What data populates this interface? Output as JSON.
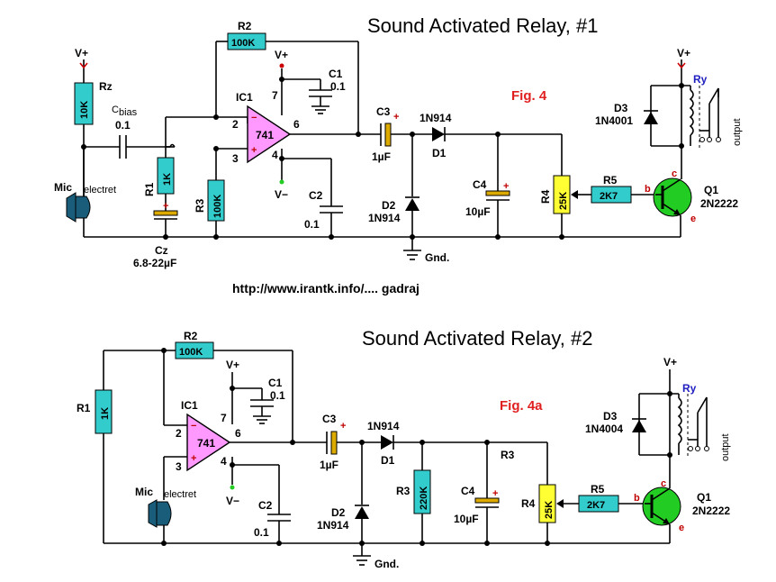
{
  "colors": {
    "resistor": "#33cccc",
    "pot": "#ffff33",
    "opamp": "#ff99ff",
    "transistor": "#22cc22",
    "cap_electrolytic": "#ddaa00",
    "label_red": "#e02020",
    "ry_blue": "#2020c0"
  },
  "url_text": "http://www.irantk.info/.... gadraj",
  "circuit1": {
    "title": "Sound Activated Relay, #1",
    "fig": "Fig. 4",
    "vplus": "V+",
    "vminus": "V−",
    "gnd": "Gnd.",
    "rz_label": "Rz",
    "rz_value": "10K",
    "r2_label": "R2",
    "r2_value": "100K",
    "r1_label": "R1",
    "r1_value": "1K",
    "r3_label": "R3",
    "r3_value": "100K",
    "r4_label": "R4",
    "r4_value": "25K",
    "r5_label": "R5",
    "r5_value": "2K7",
    "cbias_label": "C",
    "cbias_sub": "bias",
    "cbias_value": "0.1",
    "cz_label": "Cz",
    "cz_value": "6.8-22µF",
    "c1_label": "C1",
    "c1_value": "0.1",
    "c2_label": "C2",
    "c2_value": "0.1",
    "c3_label": "C3",
    "c3_value": "1µF",
    "c4_label": "C4",
    "c4_value": "10µF",
    "ic_label": "IC1",
    "ic_value": "741",
    "pin2": "2",
    "pin3": "3",
    "pin4": "4",
    "pin6": "6",
    "pin7": "7",
    "d1_label": "D1",
    "d1_value": "1N914",
    "d2_label": "D2",
    "d2_value": "1N914",
    "d3_label": "D3",
    "d3_value": "1N4001",
    "q1_label": "Q1",
    "q1_value": "2N2222",
    "ry_label": "Ry",
    "output": "output",
    "mic_label": "Mic",
    "mic_sub": "electret",
    "b": "b",
    "c": "c",
    "e": "e",
    "minus": "−",
    "plus": "+"
  },
  "circuit2": {
    "title": "Sound Activated Relay, #2",
    "fig": "Fig. 4a",
    "vplus": "V+",
    "vminus": "V−",
    "gnd": "Gnd.",
    "r1_label": "R1",
    "r1_value": "1K",
    "r2_label": "R2",
    "r2_value": "100K",
    "r3_label": "R3",
    "r3_value": "220K",
    "r3b_label": "R3",
    "r4_label": "R4",
    "r4_value": "25K",
    "r5_label": "R5",
    "r5_value": "2K7",
    "c1_label": "C1",
    "c1_value": "0.1",
    "c2_label": "C2",
    "c2_value": "0.1",
    "c3_label": "C3",
    "c3_value": "1µF",
    "c4_label": "C4",
    "c4_value": "10µF",
    "ic_label": "IC1",
    "ic_value": "741",
    "pin2": "2",
    "pin3": "3",
    "pin4": "4",
    "pin6": "6",
    "pin7": "7",
    "d1_label": "D1",
    "d1_value": "1N914",
    "d2_label": "D2",
    "d2_value": "1N914",
    "d3_label": "D3",
    "d3_value": "1N4004",
    "q1_label": "Q1",
    "q1_value": "2N2222",
    "ry_label": "Ry",
    "output": "output",
    "mic_label": "Mic",
    "mic_sub": "electret",
    "b": "b",
    "c": "c",
    "e": "e",
    "minus": "−",
    "plus": "+"
  }
}
